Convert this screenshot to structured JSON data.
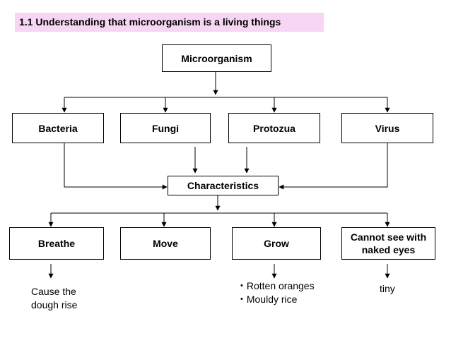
{
  "title": "1.1  Understanding that microorganism is a living things",
  "root": "Microorganism",
  "types": [
    "Bacteria",
    "Fungi",
    "Protozua",
    "Virus"
  ],
  "center": "Characteristics",
  "characteristics": [
    "Breathe",
    "Move",
    "Grow",
    "Cannot see with naked eyes"
  ],
  "examples": {
    "breathe": "Cause the dough rise",
    "grow": [
      "Rotten oranges",
      "Mouldy rice"
    ],
    "cannot_see": "tiny"
  },
  "colors": {
    "title_bg": "#f7d6f4",
    "line": "#000000"
  }
}
